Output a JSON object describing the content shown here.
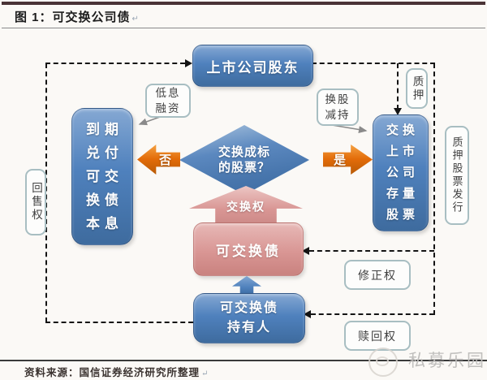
{
  "header": {
    "figure_label": "图 1：",
    "figure_title": "可交换公司债",
    "return_mark": "↵"
  },
  "footer": {
    "source_label": "资料来源：",
    "source_text": "国信证券经济研究所整理",
    "return_mark": "↵"
  },
  "watermark": {
    "text": "私募乐园",
    "return_mark": "↵"
  },
  "diagram": {
    "nodes": {
      "shareholder": {
        "label": "上市公司股东"
      },
      "maturity_payment": {
        "lines": [
          "到期",
          "兑付",
          "可交",
          "换债",
          "本息"
        ]
      },
      "exchange_stock": {
        "lines": [
          "交换",
          "上市",
          "公司",
          "存量",
          "股票"
        ]
      },
      "decision": {
        "lines": [
          "交换成标",
          "的股票？"
        ]
      },
      "bond": {
        "label": "可交换债"
      },
      "holder": {
        "lines": [
          "可交换债",
          "持有人"
        ]
      }
    },
    "arrows": {
      "no": "否",
      "yes": "是",
      "exchange_right": "交换权"
    },
    "tags": {
      "low_interest": {
        "lines": [
          "低息",
          "融资"
        ]
      },
      "swap_reduce": {
        "lines": [
          "换股",
          "减持"
        ]
      },
      "pledge": "质押",
      "pledge_issue": "质押股票发行",
      "putback": "回售权",
      "amend": "修正权",
      "redeem": "赎回权"
    },
    "colors": {
      "node_blue": "#4f81bd",
      "node_pink": "#d99694",
      "arrow_orange": "#e36c09",
      "tag_border": "#a8bec2",
      "dash": "#141414"
    }
  }
}
